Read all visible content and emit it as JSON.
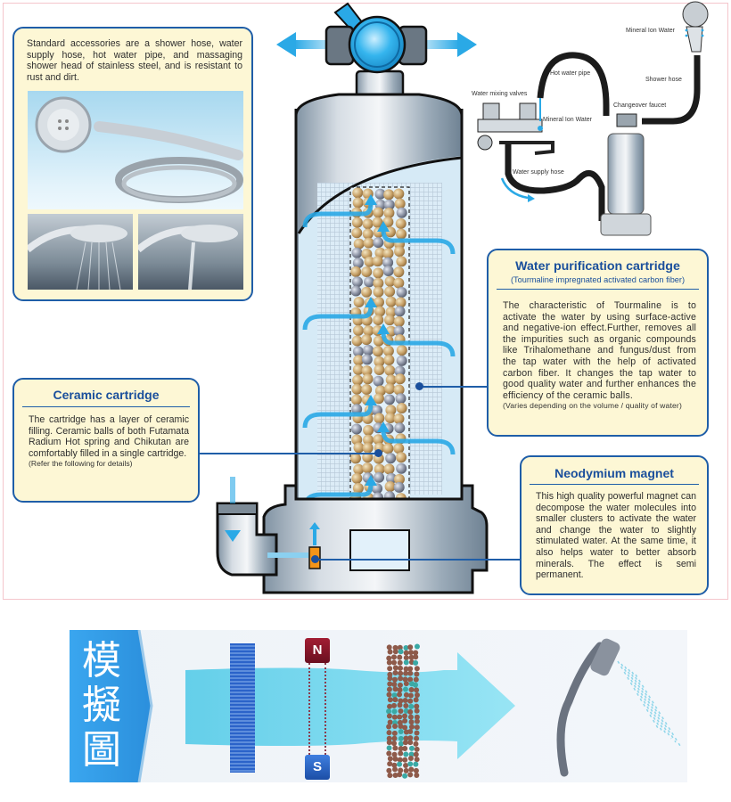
{
  "accessories": {
    "text": "Standard accessories are a shower hose, water supply hose, hot water pipe, and massaging shower head of stainless steel, and is resistant to rust and dirt.",
    "photos": [
      "shower-head-with-hose",
      "shower-spray-wide",
      "shower-spray-stream"
    ]
  },
  "installation": {
    "labels": {
      "mineral_ion_top": "Mineral Ion Water",
      "hot_water_pipe": "Hot water pipe",
      "shower_hose": "Shower hose",
      "water_mixing_valves": "Water mixing valves",
      "changeover_faucet": "Changeover faucet",
      "mineral_ion_mid": "Mineral Ion Water",
      "water_supply_hose": "Water supply hose"
    }
  },
  "purification": {
    "title": "Water purification cartridge",
    "subtitle": "(Tourmaline impregnated activated carbon fiber)",
    "body": "The characteristic of Tourmaline is to activate the water by using surface-active and negative-ion effect.Further, removes all the impurities such as organic compounds like Trihalomethane and fungus/dust from the tap water with the help of activated carbon fiber. It changes the tap water to  good quality water and further enhances the efficiency of the ceramic balls.",
    "note": "(Varies depending on the volume / quality of water)"
  },
  "ceramic": {
    "title": "Ceramic cartridge",
    "body": "The cartridge has a layer of ceramic filling. Ceramic balls of both Futamata Radium Hot spring and Chikutan are comfortably filled in a single cartridge.",
    "note": "(Refer the following for details)"
  },
  "magnet": {
    "title": "Neodymium magnet",
    "body": "This high quality powerful magnet can decompose the water molecules into smaller clusters to activate the water and change the water to slightly stimulated water. At the same time, it also helps water to better absorb minerals. The effect is semi permanent."
  },
  "banner": {
    "tab_text": "模擬圖",
    "magnet_north": "N",
    "magnet_south": "S",
    "stages": [
      "filter-mesh",
      "magnet",
      "ceramic-balls",
      "shower-head"
    ]
  },
  "colors": {
    "callout_border": "#1f5ea8",
    "callout_fill": "#fdf7d5",
    "title_blue": "#1a4f9c",
    "water_blue": "#2aa9e6",
    "frame_pink": "#f4c6cc",
    "magnet_orange": "#f39419"
  }
}
